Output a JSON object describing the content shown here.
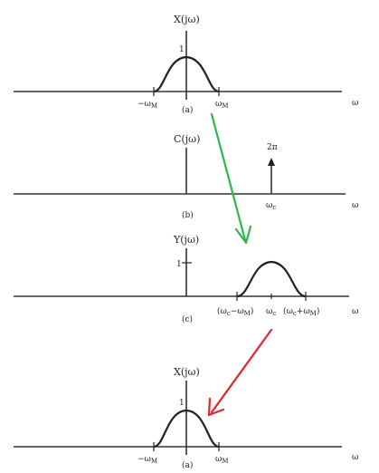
{
  "panels": [
    {
      "id": "top-a",
      "ylabel": "X(jω)",
      "peak_label": "1",
      "left_label": "−ω",
      "left_sub": "M",
      "right_label": "ω",
      "right_sub": "M",
      "axis_label": "ω",
      "caption": "(a)"
    },
    {
      "id": "b",
      "ylabel": "C(jω)",
      "impulse_label": "2π",
      "impulse_pos_label": "ω",
      "impulse_pos_sub": "c",
      "axis_label": "ω",
      "caption": "(b)"
    },
    {
      "id": "c",
      "ylabel": "Y(jω)",
      "peak_label": "1",
      "left_label": "(ω",
      "left_sub": "c",
      "left_tail": "−ω",
      "left_tail_sub": "M",
      "left_close": ")",
      "center_label": "ω",
      "center_sub": "c",
      "right_label": "(ω",
      "right_sub": "c",
      "right_tail": "+ω",
      "right_tail_sub": "M",
      "right_close": ")",
      "axis_label": "ω",
      "caption": "(c)"
    },
    {
      "id": "bottom-a",
      "ylabel": "X(jω)",
      "peak_label": "1",
      "left_label": "−ω",
      "left_sub": "M",
      "right_label": "ω",
      "right_sub": "M",
      "axis_label": "ω",
      "caption": "(a)"
    }
  ],
  "colors": {
    "arrow_1": "#2db84a",
    "arrow_2": "#e0242f",
    "ink": "#222222"
  }
}
